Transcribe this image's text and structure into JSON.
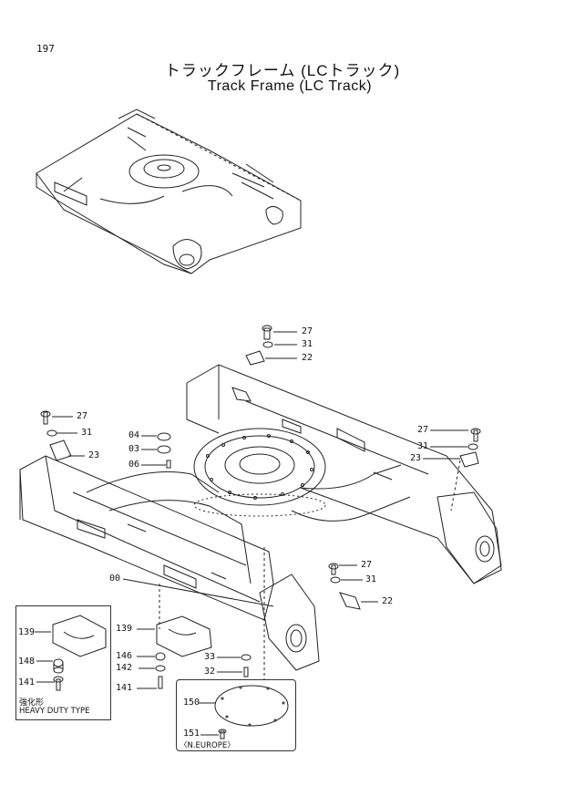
{
  "page_number": "197",
  "title_jp": "トラックフレーム (LCトラック)",
  "title_en": "Track Frame (LC Track)",
  "callouts": {
    "c27a": "27",
    "c31a": "31",
    "c22a": "22",
    "c27b": "27",
    "c31b": "31",
    "c23b": "23",
    "c04": "04",
    "c03": "03",
    "c06": "06",
    "c27c": "27",
    "c31c": "31",
    "c23c": "23",
    "c00": "00",
    "c27d": "27",
    "c31d": "31",
    "c22d": "22",
    "c139": "139",
    "c146": "146",
    "c142": "142",
    "c141": "141",
    "c33": "33",
    "c32": "32",
    "i139": "139",
    "i148": "148",
    "i141": "141",
    "c150": "150",
    "c151": "151"
  },
  "inset_heavy": {
    "jp_label": "強化形",
    "en_label": "HEAVY DUTY TYPE"
  },
  "inset_europe": {
    "label": "〈N.EUROPE〉"
  }
}
